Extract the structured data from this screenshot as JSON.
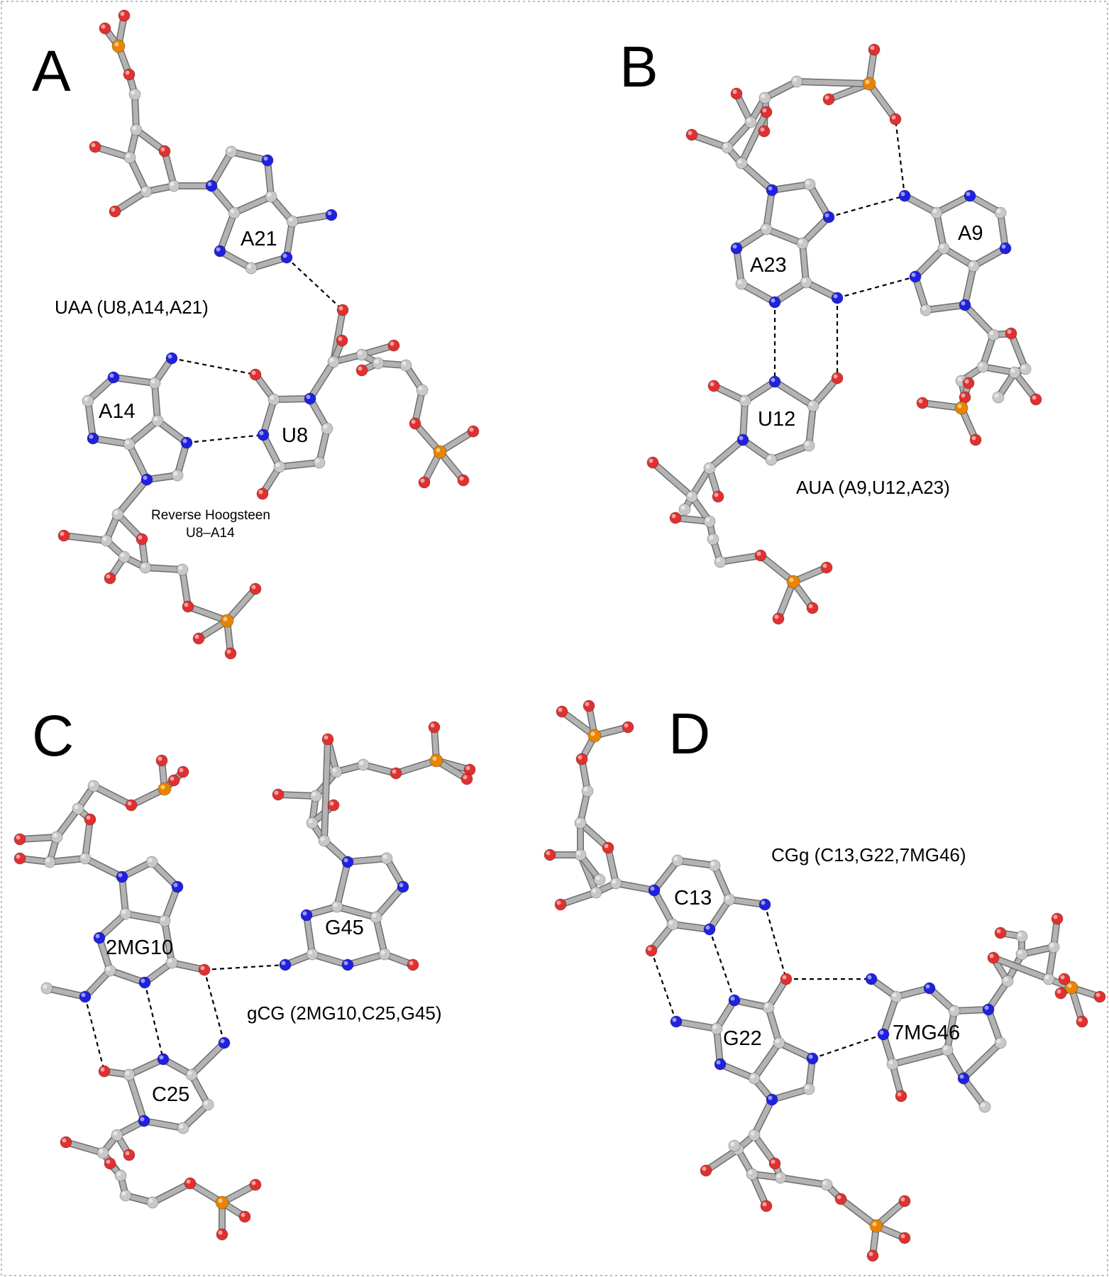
{
  "colors": {
    "carbon": "#c8c8c8",
    "nitrogen": "#2020e0",
    "oxygen": "#e03030",
    "phosphorus": "#e88400",
    "bond": "#b3b3b3",
    "hbond": "#000000",
    "border": "#bbbbbb"
  },
  "panels": [
    {
      "letter": "A",
      "caption": "UAA (U8,A14,A21)",
      "note_line1": "Reverse Hoogsteen",
      "note_line2": "U8–A14",
      "residues": [
        "A21",
        "A14",
        "U8"
      ]
    },
    {
      "letter": "B",
      "caption": "AUA (A9,U12,A23)",
      "residues": [
        "A23",
        "A9",
        "U12"
      ]
    },
    {
      "letter": "C",
      "caption": "gCG (2MG10,C25,G45)",
      "residues": [
        "2MG10",
        "G45",
        "C25"
      ]
    },
    {
      "letter": "D",
      "caption": "CGg (C13,G22,7MG46)",
      "residues": [
        "C13",
        "G22",
        "7MG46"
      ]
    }
  ]
}
